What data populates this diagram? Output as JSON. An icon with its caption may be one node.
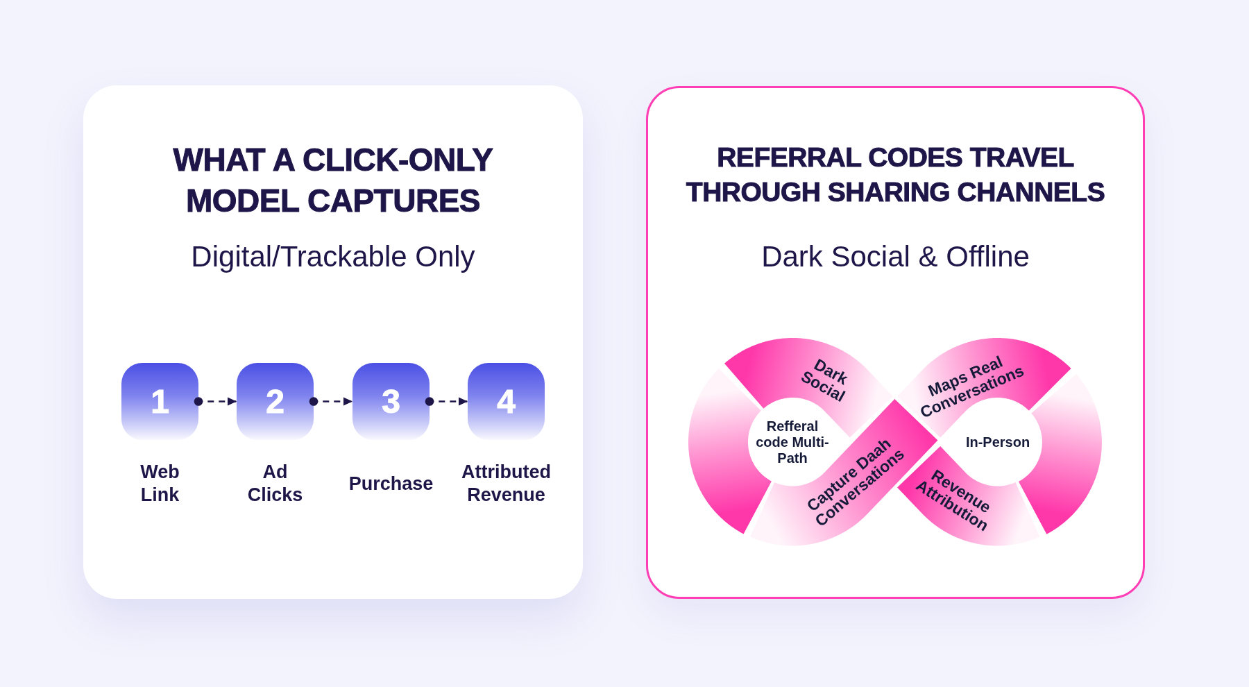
{
  "diagram": {
    "nodes": [
      {
        "text": [
          "WHAT A CLICK-ONLY MODEL CAPTURES",
          "Digital/Trackable Only"
        ]
      },
      {
        "text": [
          "1"
        ],
        "in": 0,
        "beside": [
          "Web Link"
        ]
      },
      {
        "text": [
          "2"
        ],
        "in": 0,
        "beside": [
          "Ad Clicks"
        ]
      },
      {
        "text": [
          "3"
        ],
        "in": 0,
        "beside": [
          "Purchase"
        ]
      },
      {
        "text": [
          "4"
        ],
        "in": 0,
        "beside": [
          "Attributed Revenue"
        ]
      },
      {
        "text": [
          "REFERRAL CODES TRAVEL THROUGH SHARING CHANNELS",
          "Dark Social & Offline"
        ]
      },
      {
        "text": [],
        "shape": "arc",
        "in": 5
      },
      {
        "text": [
          "Dark Social"
        ],
        "in": 5
      },
      {
        "text": [
          "Maps Real Conversations"
        ],
        "in": 5
      },
      {
        "text": [],
        "shape": "arc",
        "in": 5
      },
      {
        "text": [
          "Capture Daah Conversations"
        ],
        "in": 5
      },
      {
        "text": [
          "Revenue Attribution"
        ],
        "in": 5
      }
    ],
    "edges": [
      {
        "from": 1,
        "to": 2,
        "arrow": "to",
        "style": "dashed"
      },
      {
        "from": 2,
        "to": 3,
        "arrow": "to",
        "style": "dashed"
      },
      {
        "from": 3,
        "to": 4,
        "arrow": "to",
        "style": "dashed"
      }
    ],
    "labels": [
      "Refferal code Multi-Path",
      "In-Person"
    ]
  }
}
